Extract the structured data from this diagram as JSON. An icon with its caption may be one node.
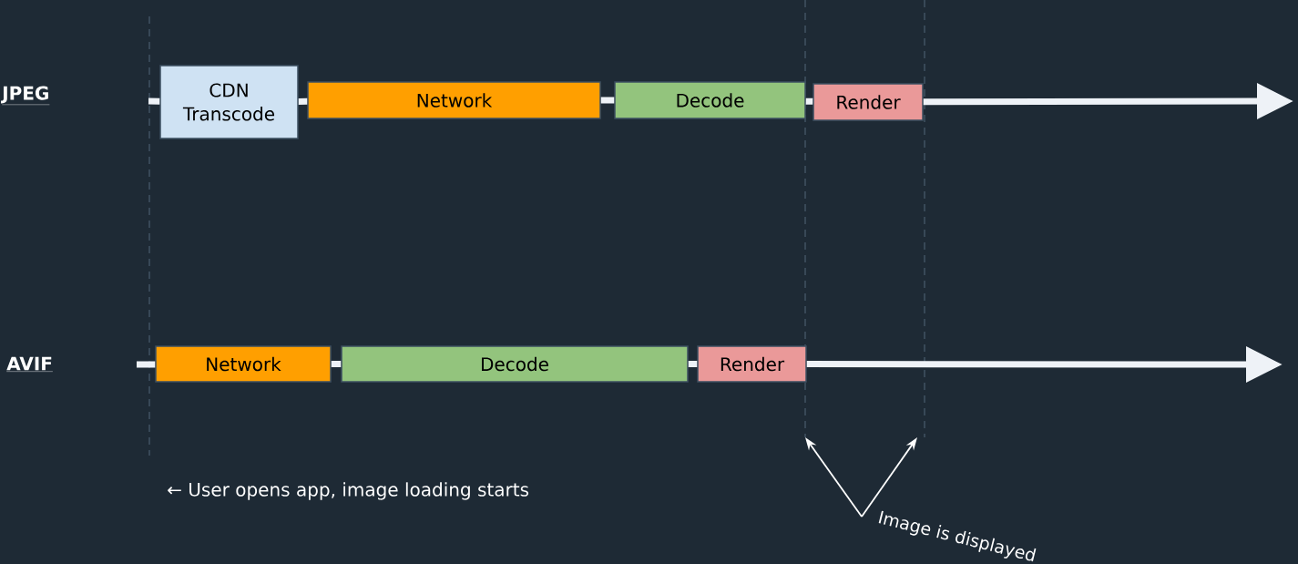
{
  "diagram": {
    "nodes": [
      {
        "text": [
          "CDN Transcode"
        ]
      },
      {
        "text": [
          "Network"
        ]
      },
      {
        "text": [
          "Decode"
        ]
      },
      {
        "text": [
          "Render"
        ]
      },
      {
        "text": [
          "Network"
        ]
      },
      {
        "text": [
          "Decode"
        ]
      },
      {
        "text": [
          "Render"
        ]
      },
      {
        "text": [
          "Image is displayed"
        ]
      }
    ],
    "edges": [
      {
        "from": null,
        "to": 0,
        "arrow": "none"
      },
      {
        "from": 0,
        "to": 1,
        "arrow": "none"
      },
      {
        "from": 1,
        "to": 2,
        "arrow": "none"
      },
      {
        "from": 2,
        "to": 3,
        "arrow": "none"
      },
      {
        "from": 3,
        "to": null,
        "arrow": "to"
      },
      {
        "from": null,
        "to": 4,
        "arrow": "none"
      },
      {
        "from": 4,
        "to": 5,
        "arrow": "none"
      },
      {
        "from": 5,
        "to": 6,
        "arrow": "none"
      },
      {
        "from": 6,
        "to": null,
        "arrow": "to"
      },
      {
        "from": 7,
        "to": null,
        "arrow": "to"
      },
      {
        "from": 7,
        "to": null,
        "arrow": "to"
      }
    ],
    "labels": [
      "JPEG",
      "AVIF",
      "← User opens app, image loading starts"
    ]
  }
}
